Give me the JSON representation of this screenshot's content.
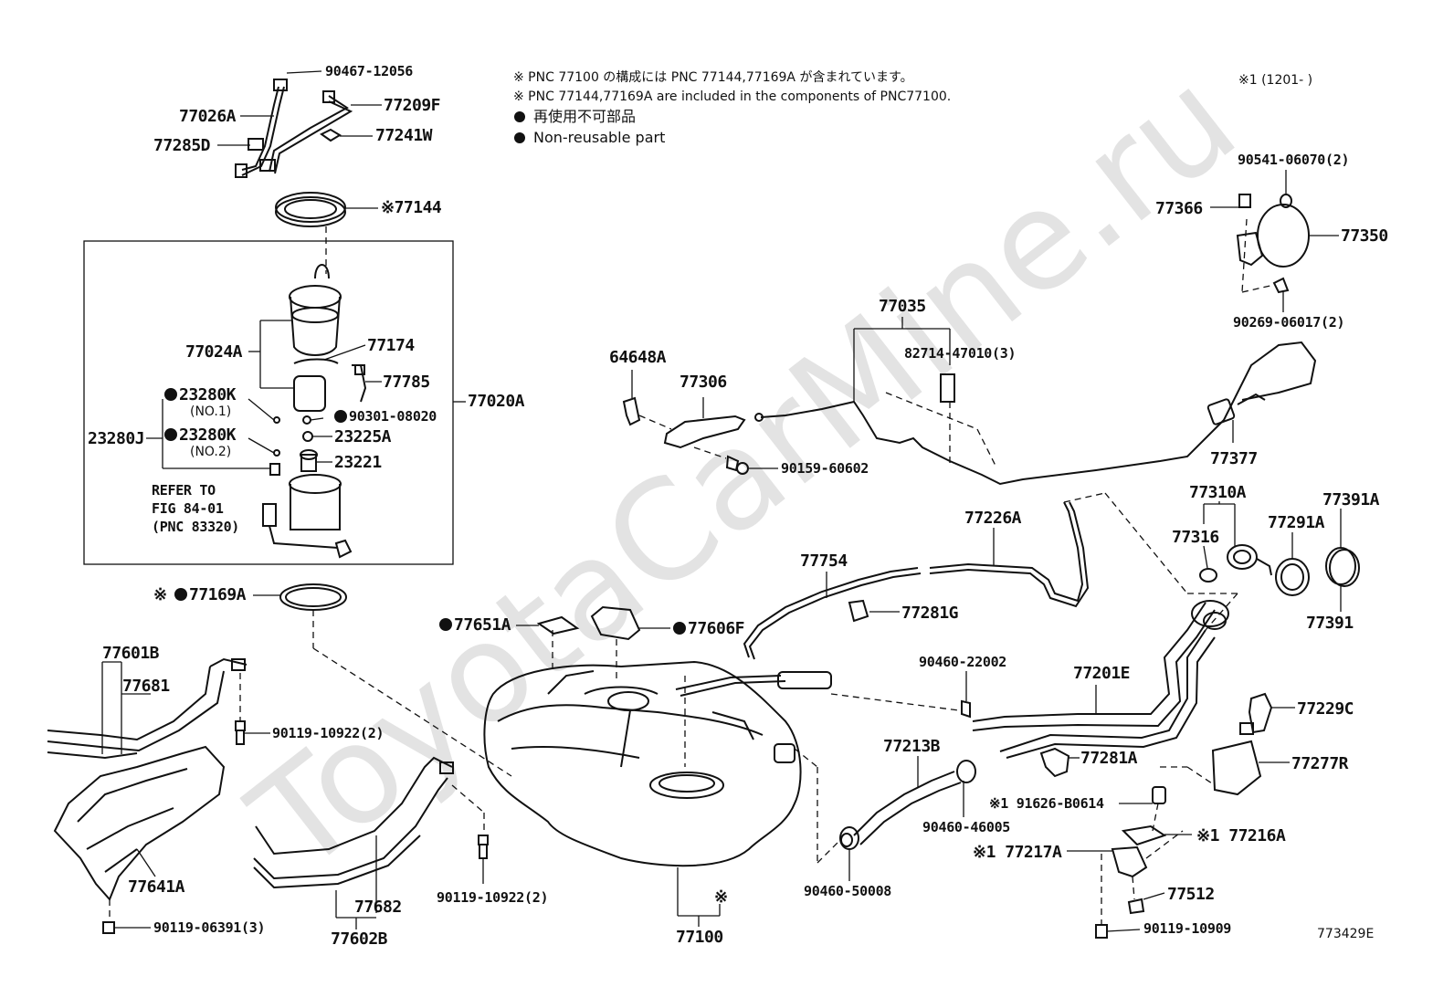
{
  "notes": {
    "jp_line": "※ PNC 77100 の構成には PNC 77144,77169A が含まれています。",
    "en_line": "※ PNC 77144,77169A are included in the components of PNC77100.",
    "jp_nonreusable": "再使用不可部品",
    "en_nonreusable": "Non-reusable part",
    "period": "※1 (1201-      )"
  },
  "watermark": "ToyotaCarMine.ru",
  "figure_id": "773429E",
  "refer": {
    "line1": "REFER TO",
    "line2": "FIG 84-01",
    "line3": "(PNC 83320)"
  },
  "labels": {
    "l_90467_12056": "90467-12056",
    "l_77026A": "77026A",
    "l_77209F": "77209F",
    "l_77285D": "77285D",
    "l_77241W": "77241W",
    "l_77144": "※77144",
    "l_77024A": "77024A",
    "l_77174": "77174",
    "l_77785": "77785",
    "l_77020A": "77020A",
    "l_23280K_1": "23280K",
    "l_no1": "(NO.1)",
    "l_23280K_2": "23280K",
    "l_no2": "(NO.2)",
    "l_23280J": "23280J",
    "l_90301_08020": "90301-08020",
    "l_23225A": "23225A",
    "l_23221": "23221",
    "l_77169A": "77169A",
    "l_77601B": "77601B",
    "l_77681": "77681",
    "l_90119_10922_a": "90119-10922(2)",
    "l_77641A": "77641A",
    "l_90119_06391": "90119-06391(3)",
    "l_77682": "77682",
    "l_77602B": "77602B",
    "l_90119_10922_b": "90119-10922(2)",
    "l_77651A": "77651A",
    "l_77606F": "77606F",
    "l_77100": "77100",
    "l_77100_mark": "※",
    "l_64648A": "64648A",
    "l_77306": "77306",
    "l_90159_60602": "90159-60602",
    "l_77035": "77035",
    "l_82714_47010": "82714-47010(3)",
    "l_77754": "77754",
    "l_77281G": "77281G",
    "l_77226A": "77226A",
    "l_90460_22002": "90460-22002",
    "l_77201E": "77201E",
    "l_77213B": "77213B",
    "l_90460_46005": "90460-46005",
    "l_90460_50008": "90460-50008",
    "l_77281A": "77281A",
    "l_91626_B0614": "※1 91626-B0614",
    "l_77216A": "※1 77216A",
    "l_77217A": "※1 77217A",
    "l_77512": "77512",
    "l_90119_10909": "90119-10909",
    "l_77229C": "77229C",
    "l_77277R": "77277R",
    "l_77310A": "77310A",
    "l_77316": "77316",
    "l_77291A": "77291A",
    "l_77391A": "77391A",
    "l_77391": "77391",
    "l_77377": "77377",
    "l_77366": "77366",
    "l_90541_06070": "90541-06070(2)",
    "l_77350": "77350",
    "l_90269_06017": "90269-06017(2)"
  }
}
